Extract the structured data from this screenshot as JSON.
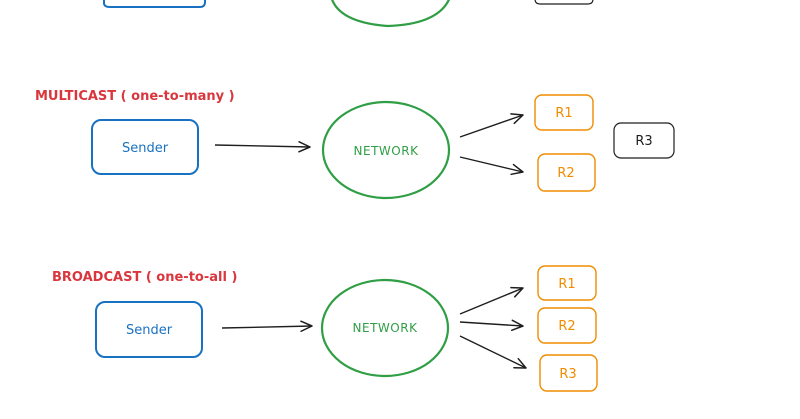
{
  "colors": {
    "title": "#d9363e",
    "sender": "#1971c2",
    "network": "#2f9e44",
    "receiver": "#f08c00",
    "excluded": "#1e1e1e",
    "arrow": "#1e1e1e"
  },
  "multicast": {
    "title": "MULTICAST ( one-to-many )",
    "sender": "Sender",
    "network": "NETWORK",
    "r1": "R1",
    "r2": "R2",
    "r3": "R3"
  },
  "broadcast": {
    "title": "BROADCAST ( one-to-all )",
    "sender": "Sender",
    "network": "NETWORK",
    "r1": "R1",
    "r2": "R2",
    "r3": "R3"
  }
}
